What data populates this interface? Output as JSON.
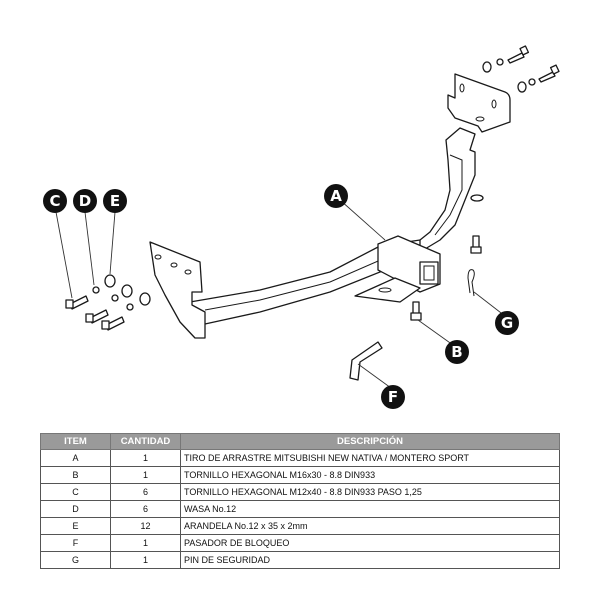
{
  "callouts": [
    {
      "id": "A",
      "label": "A"
    },
    {
      "id": "B",
      "label": "B"
    },
    {
      "id": "C",
      "label": "C"
    },
    {
      "id": "D",
      "label": "D"
    },
    {
      "id": "E",
      "label": "E"
    },
    {
      "id": "F",
      "label": "F"
    },
    {
      "id": "G",
      "label": "G"
    }
  ],
  "table": {
    "headers": {
      "item": "ITEM",
      "qty": "CANTIDAD",
      "desc": "DESCRIPCIÓN"
    },
    "rows": [
      {
        "item": "A",
        "qty": "1",
        "desc": "TIRO DE ARRASTRE MITSUBISHI NEW NATIVA / MONTERO SPORT"
      },
      {
        "item": "B",
        "qty": "1",
        "desc": "TORNILLO  HEXAGONAL M16x30 - 8.8 DIN933"
      },
      {
        "item": "C",
        "qty": "6",
        "desc": "TORNILLO  HEXAGONAL M12x40 - 8.8 DIN933 PASO 1,25"
      },
      {
        "item": "D",
        "qty": "6",
        "desc": "WASA No.12"
      },
      {
        "item": "E",
        "qty": "12",
        "desc": "ARANDELA No.12 x 35 x 2mm"
      },
      {
        "item": "F",
        "qty": "1",
        "desc": "PASADOR DE BLOQUEO"
      },
      {
        "item": "G",
        "qty": "1",
        "desc": "PIN DE SEGURIDAD"
      }
    ]
  }
}
